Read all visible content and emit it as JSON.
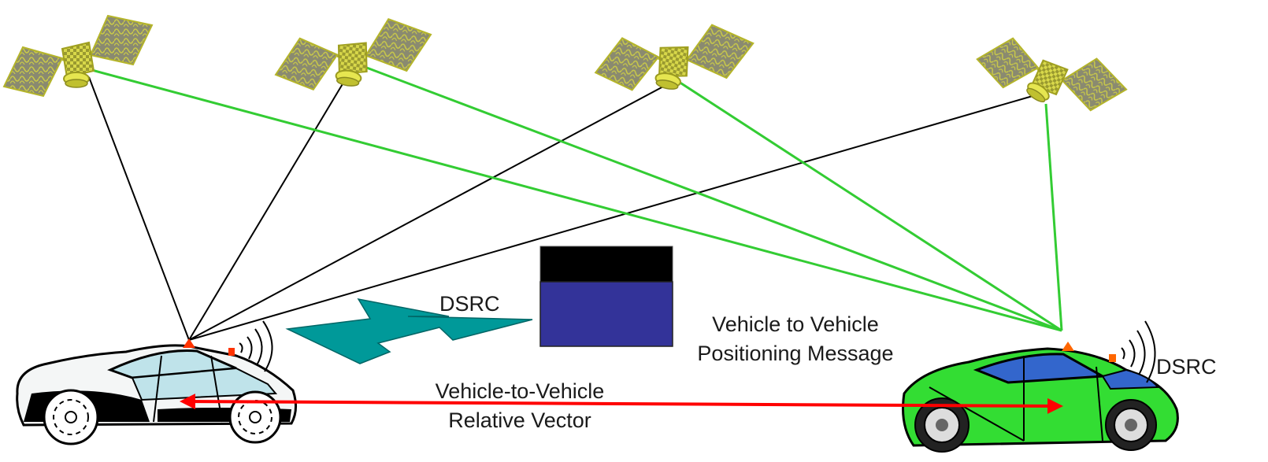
{
  "labels": {
    "dsrc_wave": "DSRC",
    "dsrc_right": "DSRC",
    "message_line1": "Vehicle to Vehicle",
    "message_line2": "Positioning Message",
    "vector_line1": "Vehicle-to-Vehicle",
    "vector_line2": "Relative Vector"
  },
  "colors": {
    "gps_line_left": "#000000",
    "gps_line_right": "#33cc33",
    "relative_vector": "#ff0000",
    "signal_bolt": "#009999",
    "message_header": "#000000",
    "message_body": "#333399",
    "satellite_panel": "#808080",
    "satellite_body": "#cccc33",
    "car_left": "#bfe3ea",
    "car_right": "#33dd33"
  },
  "icons": {
    "satellites": [
      "satellite-icon",
      "satellite-icon",
      "satellite-icon",
      "satellite-icon"
    ],
    "vehicles": [
      "car-icon-left",
      "car-icon-right"
    ],
    "signal": "dsrc-wave-icon"
  }
}
